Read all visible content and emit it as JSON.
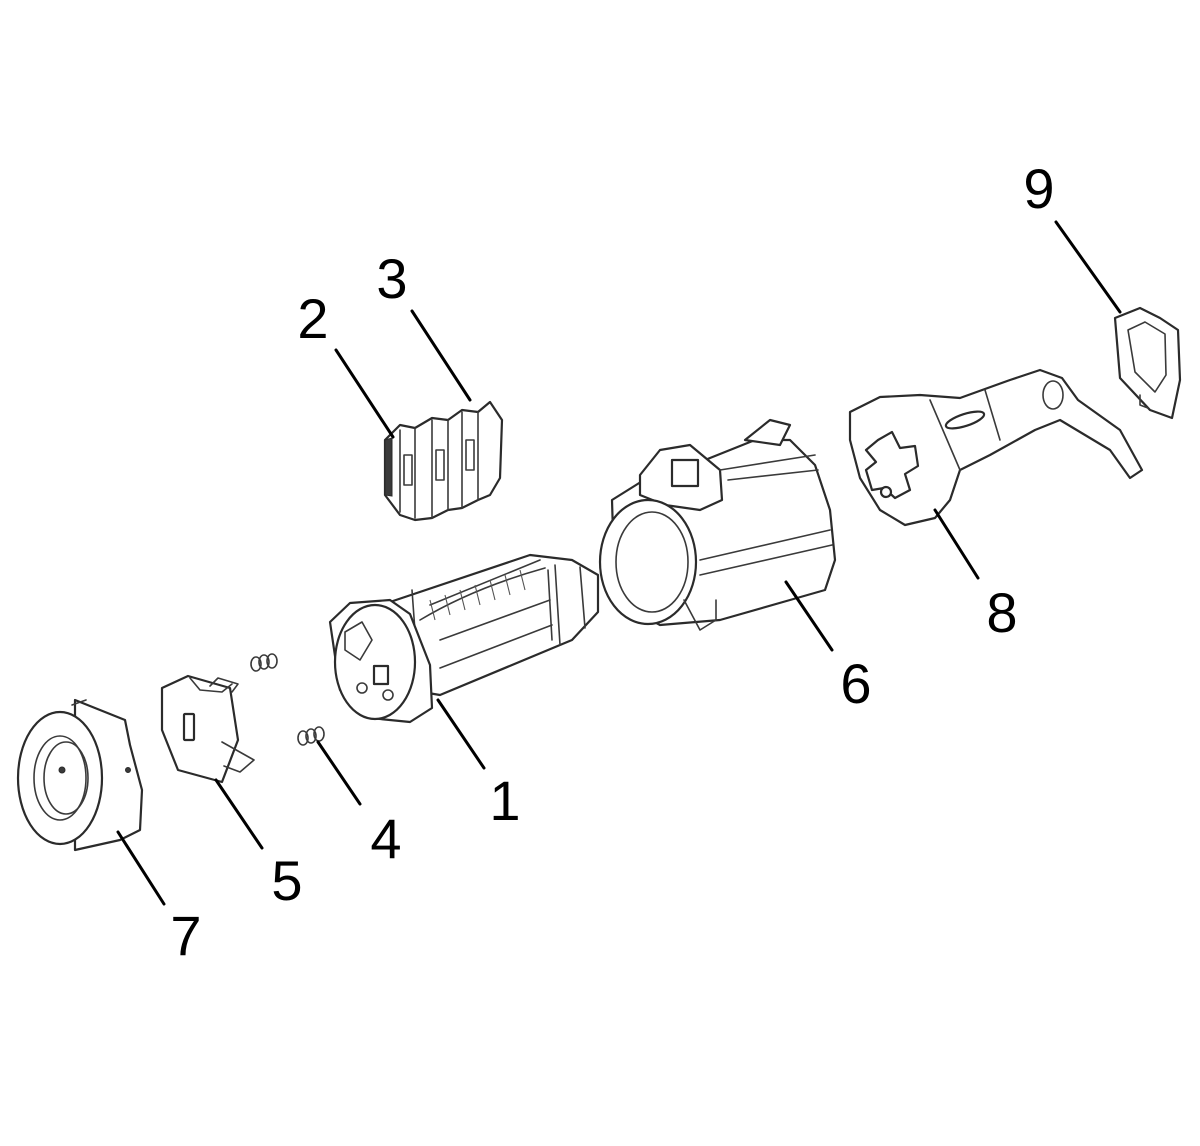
{
  "diagram": {
    "type": "exploded-parts-view",
    "callouts": [
      {
        "id": "1",
        "label": "1"
      },
      {
        "id": "2",
        "label": "2"
      },
      {
        "id": "3",
        "label": "3"
      },
      {
        "id": "4",
        "label": "4"
      },
      {
        "id": "5",
        "label": "5"
      },
      {
        "id": "6",
        "label": "6"
      },
      {
        "id": "7",
        "label": "7"
      },
      {
        "id": "8",
        "label": "8"
      },
      {
        "id": "9",
        "label": "9"
      }
    ],
    "colors": {
      "line": "#2b2b2b",
      "background": "#ffffff",
      "label": "#000000"
    }
  }
}
